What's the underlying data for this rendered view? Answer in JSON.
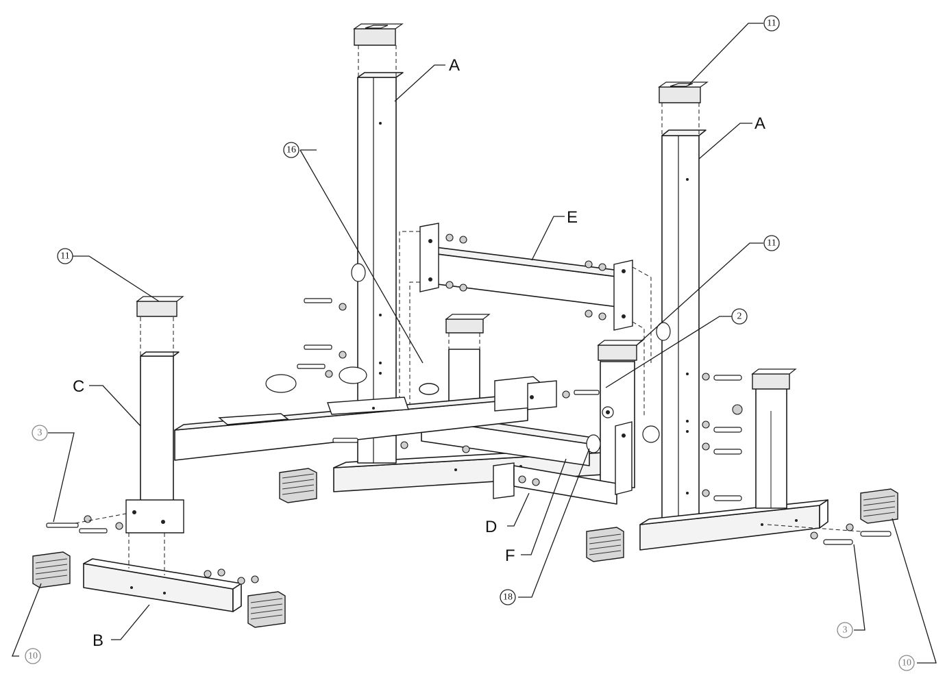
{
  "labels": {
    "a_left": "A",
    "a_right": "A",
    "b": "B",
    "c": "C",
    "d": "D",
    "e": "E",
    "f": "F"
  },
  "callouts": {
    "c11_top_right": "11",
    "c11_left": "11",
    "c11_mid_right": "11",
    "c16": "16",
    "c2": "2",
    "c3_left": "3",
    "c3_right": "3",
    "c10_left": "10",
    "c10_right": "10",
    "c18": "18"
  }
}
